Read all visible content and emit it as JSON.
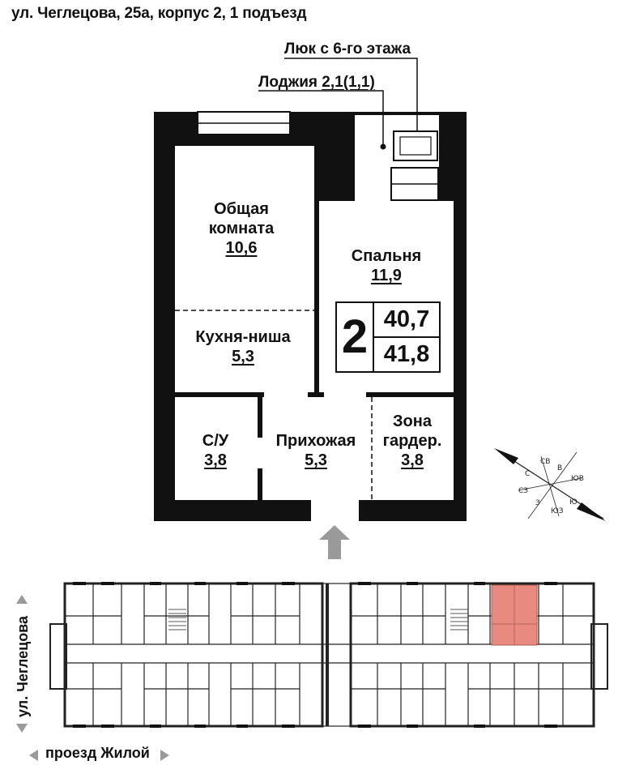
{
  "address": "ул. Чеглецова, 25а, корпус 2, 1 подъезд",
  "callouts": {
    "hatch": "Люк с 6-го этажа",
    "loggia_label": "Лоджия",
    "loggia_area": "2,1",
    "loggia_reduced": "(1,1)"
  },
  "rooms": {
    "living_room": {
      "name_line1": "Общая",
      "name_line2": "комната",
      "area": "10,6"
    },
    "bedroom": {
      "name": "Спальня",
      "area": "11,9"
    },
    "kitchen_niche": {
      "name": "Кухня-ниша",
      "area": "5,3"
    },
    "bathroom": {
      "name": "С/У",
      "area": "3,8"
    },
    "hallway": {
      "name": "Прихожая",
      "area": "5,3"
    },
    "wardrobe": {
      "name_line1": "Зона",
      "name_line2": "гардер.",
      "area": "3,8"
    }
  },
  "summary": {
    "rooms": "2",
    "total_area": "40,7",
    "total_area_with_loggia": "41,8"
  },
  "compass": {
    "n": "С",
    "ne": "СВ",
    "e": "В",
    "se": "ЮВ",
    "s": "Ю",
    "sw": "ЮЗ",
    "w": "З",
    "nw": "СЗ"
  },
  "streets": {
    "side": "ул. Чеглецова",
    "bottom": "проезд Жилой"
  },
  "colors": {
    "wall": "#111111",
    "highlight": "#e98a80",
    "plan_line": "#222222",
    "arrow": "#9a9a9a"
  }
}
